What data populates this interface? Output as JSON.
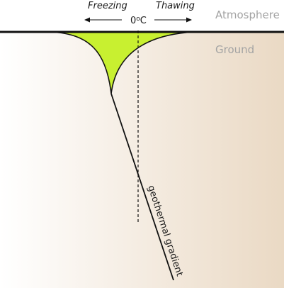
{
  "labels": {
    "freezing": "Freezing",
    "thawing": "Thawing",
    "zero_c": "0",
    "zero_c_unit": "C",
    "degree_symbol": "o",
    "atmosphere": "Atmosphere",
    "ground": "Ground",
    "geothermal_gradient": "geothermal gradient"
  },
  "colors": {
    "ground_light": "#ffffff",
    "ground_dark": "#ead9c4",
    "active_layer_fill": "#c8f030",
    "surface_line": "#111111",
    "layer_label": "#a3a3a3"
  }
}
